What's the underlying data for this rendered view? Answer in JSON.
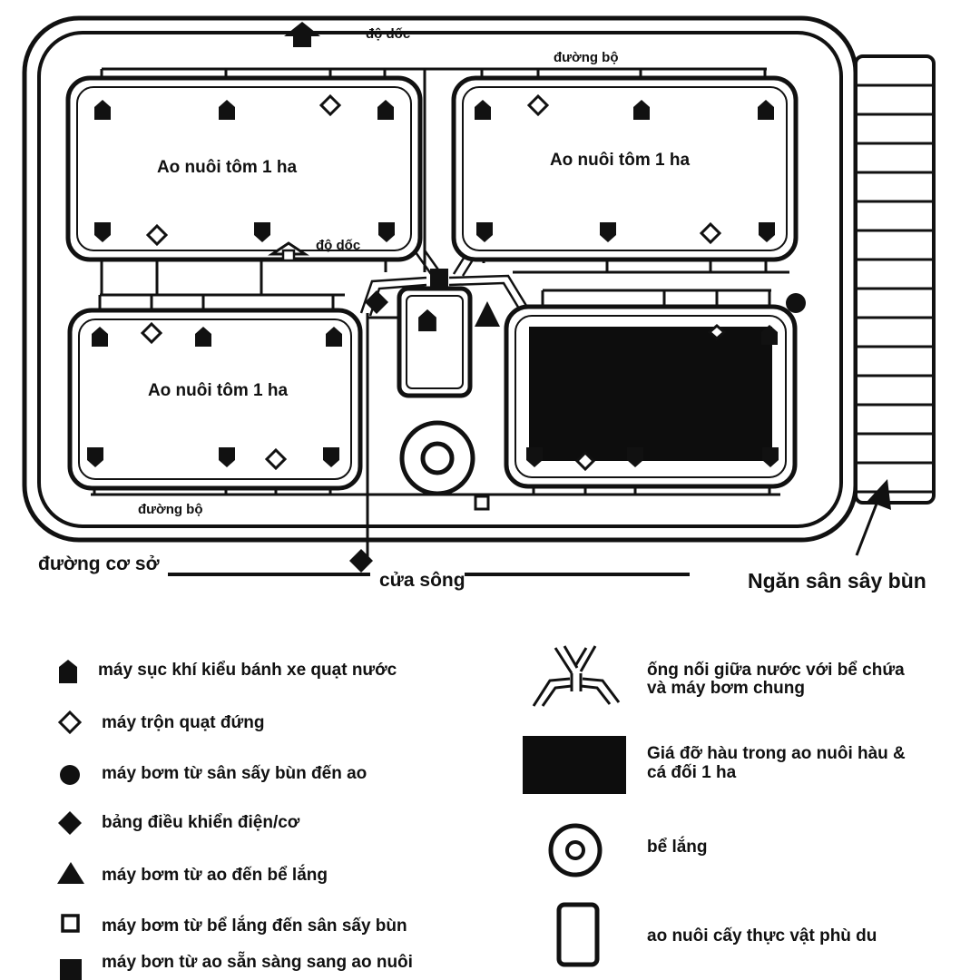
{
  "labels": {
    "slope_top": "độ dốc",
    "slope_mid": "độ dốc",
    "road_top": "đường bộ",
    "road_bottom": "đường bộ",
    "pond_1": "Ao nuôi tôm 1 ha",
    "pond_2": "Ao nuôi tôm 1 ha",
    "pond_3": "Ao nuôi tôm 1 ha",
    "base_road": "đường cơ sở",
    "river_mouth": "cửa sông",
    "mud_drying": "Ngăn sân sây bùn"
  },
  "legend": {
    "paddlewheel": "máy sục khí kiểu bánh xe quạt nước",
    "vertical_mixer": "máy trộn quạt đứng",
    "mud_pump": "máy bơm từ sân sấy bùn đến ao",
    "control_panel": "bảng điều khiển điện/cơ",
    "pond_to_settling_pump": "máy bơm từ ao đến bể lắng",
    "settling_to_mud_pump": "máy bơm từ bể lắng đến sân sấy bùn",
    "transfer_pump": "máy bơn từ ao sẵn sàng sang ao nuôi",
    "pipe_line1": "ống nối giữa nước với bể chứa",
    "pipe_line2": "và máy bơm chung",
    "oyster_line1": "Giá đỡ hàu trong ao nuôi hàu &",
    "oyster_line2": "cá đối 1 ha",
    "settling_tank": "bể lắng",
    "phyto_pond": "ao nuôi cấy thực vật phù du"
  }
}
